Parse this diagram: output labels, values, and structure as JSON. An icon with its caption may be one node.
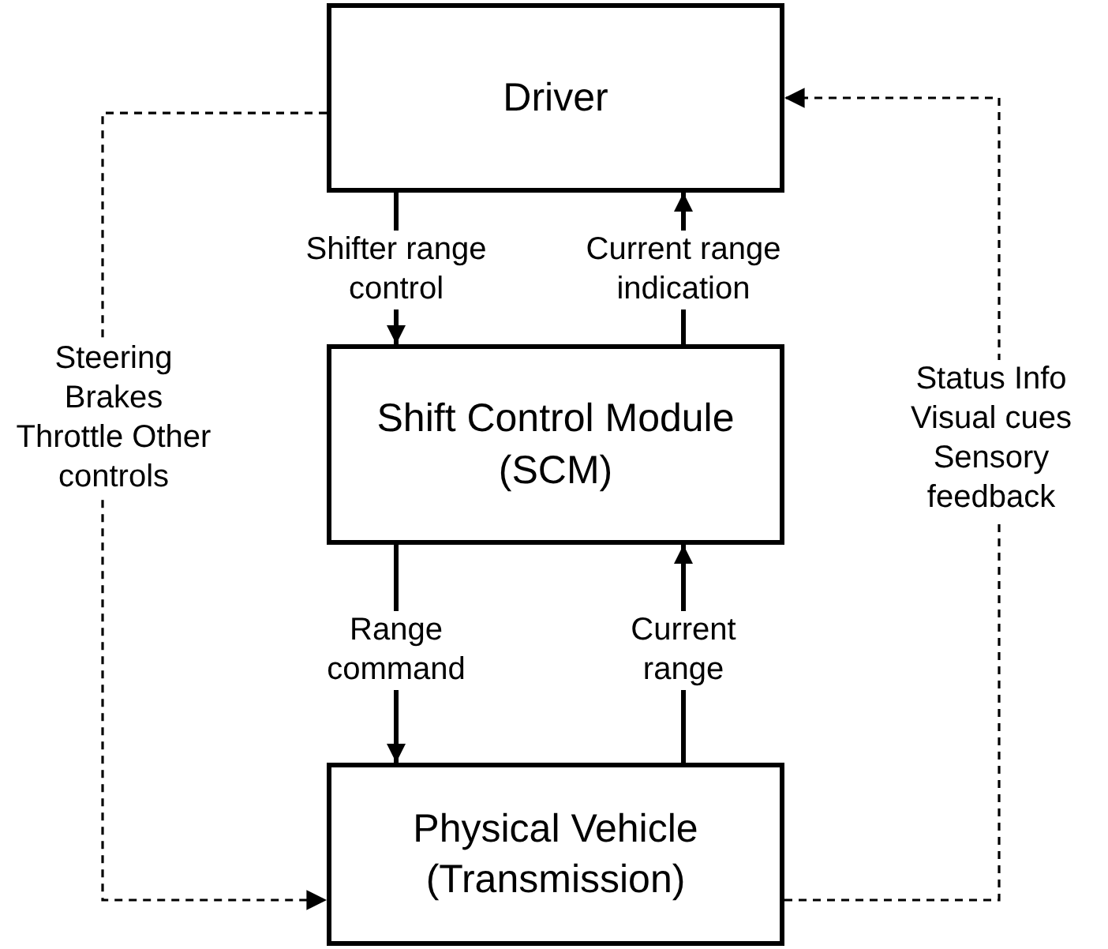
{
  "diagram": {
    "nodes": [
      {
        "text": [
          "Driver"
        ]
      },
      {
        "text": [
          "Shift Control Module (SCM)"
        ]
      },
      {
        "text": [
          "Physical Vehicle (Transmission)"
        ]
      }
    ],
    "edges": [
      {
        "from": 0,
        "to": 1,
        "arrow": "to",
        "label": "Shifter range control"
      },
      {
        "from": 1,
        "to": 0,
        "arrow": "to",
        "label": "Current range indication"
      },
      {
        "from": 1,
        "to": 2,
        "arrow": "to",
        "label": "Range command"
      },
      {
        "from": 2,
        "to": 1,
        "arrow": "to",
        "label": "Current range"
      },
      {
        "from": 0,
        "to": 2,
        "arrow": "to",
        "label": "Steering Brakes Throttle Other controls",
        "style": "dashed"
      },
      {
        "from": 2,
        "to": 0,
        "arrow": "to",
        "label": "Status Info Visual cues Sensory feedback",
        "style": "dashed"
      }
    ]
  }
}
